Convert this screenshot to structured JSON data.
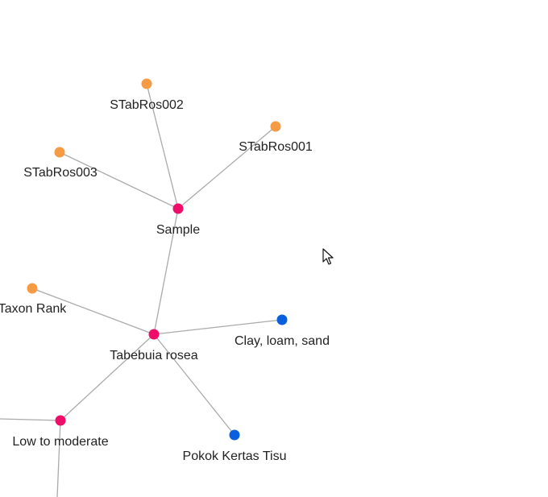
{
  "graph": {
    "colors": {
      "hub": "#ee0e6a",
      "leaf_orange": "#f59a45",
      "leaf_blue": "#0a5fde",
      "edge": "#aaaaaa"
    },
    "nodes": {
      "sample": {
        "label": "Sample",
        "color": "hub"
      },
      "stabros001": {
        "label": "STabRos001",
        "color": "leaf_orange"
      },
      "stabros002": {
        "label": "STabRos002",
        "color": "leaf_orange"
      },
      "stabros003": {
        "label": "STabRos003",
        "color": "leaf_orange"
      },
      "tabebuia": {
        "label": "Tabebuia rosea",
        "color": "hub"
      },
      "taxon_rank": {
        "label": "Taxon Rank",
        "color": "leaf_orange"
      },
      "clay": {
        "label": "Clay, loam, sand",
        "color": "leaf_blue"
      },
      "pokok": {
        "label": "Pokok Kertas Tisu",
        "color": "leaf_blue"
      },
      "low_moderate": {
        "label": "Low to moderate",
        "color": "hub"
      }
    },
    "edges": [
      [
        "sample",
        "stabros002"
      ],
      [
        "sample",
        "stabros001"
      ],
      [
        "sample",
        "stabros003"
      ],
      [
        "sample",
        "tabebuia"
      ],
      [
        "tabebuia",
        "taxon_rank"
      ],
      [
        "tabebuia",
        "clay"
      ],
      [
        "tabebuia",
        "pokok"
      ],
      [
        "tabebuia",
        "low_moderate"
      ]
    ]
  },
  "cursor": {
    "icon": "mouse-pointer-icon"
  }
}
